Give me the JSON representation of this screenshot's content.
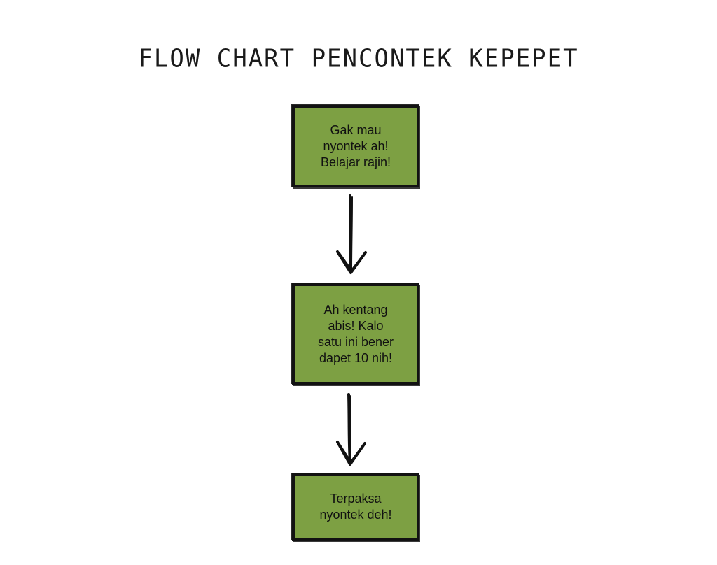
{
  "title": "FLOW CHART PENCONTEK KEPEPET",
  "steps": [
    {
      "text": "Gak mau\nnyontek ah!\nBelajar rajin!"
    },
    {
      "text": "Ah kentang\nabis! Kalo\nsatu ini bener\ndapet 10 nih!"
    },
    {
      "text": "Terpaksa\nnyontek deh!"
    }
  ],
  "colors": {
    "box_fill": "#7da043",
    "box_border": "#121212",
    "arrow": "#111111",
    "text": "#111111"
  }
}
